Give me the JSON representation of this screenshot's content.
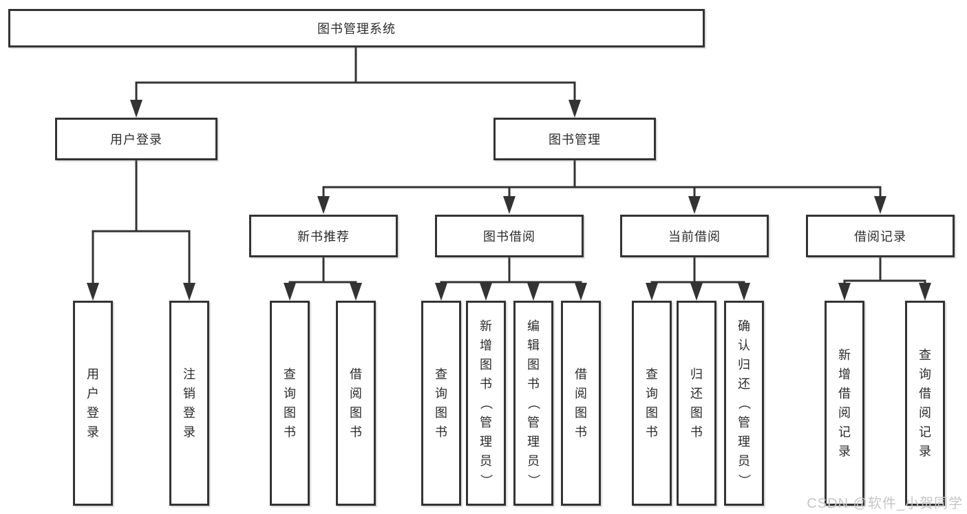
{
  "diagram": {
    "type": "hierarchy-tree",
    "colors": {
      "line": "#333333",
      "box_border": "#333333",
      "box_background": "#ffffff",
      "text": "#2b2b2b",
      "watermark": "#c6c6c6"
    },
    "tree": {
      "root": {
        "label": "图书管理系统"
      },
      "branches": [
        {
          "label": "用户登录",
          "children": [
            {
              "label": "用户登录"
            },
            {
              "label": "注销登录"
            }
          ]
        },
        {
          "label": "图书管理",
          "children": [
            {
              "label": "新书推荐",
              "children": [
                {
                  "label": "查询图书"
                },
                {
                  "label": "借阅图书"
                }
              ]
            },
            {
              "label": "图书借阅",
              "children": [
                {
                  "label": "查询图书"
                },
                {
                  "label": "新增图书（管理员）"
                },
                {
                  "label": "编辑图书（管理员）"
                },
                {
                  "label": "借阅图书"
                }
              ]
            },
            {
              "label": "当前借阅",
              "children": [
                {
                  "label": "查询图书"
                },
                {
                  "label": "归还图书"
                },
                {
                  "label": "确认归还（管理员）"
                }
              ]
            },
            {
              "label": "借阅记录",
              "children": [
                {
                  "label": "新增借阅记录"
                },
                {
                  "label": "查询借阅记录"
                }
              ]
            }
          ]
        }
      ]
    }
  },
  "watermark": {
    "text": "CSDN @软件_小贺同学"
  }
}
